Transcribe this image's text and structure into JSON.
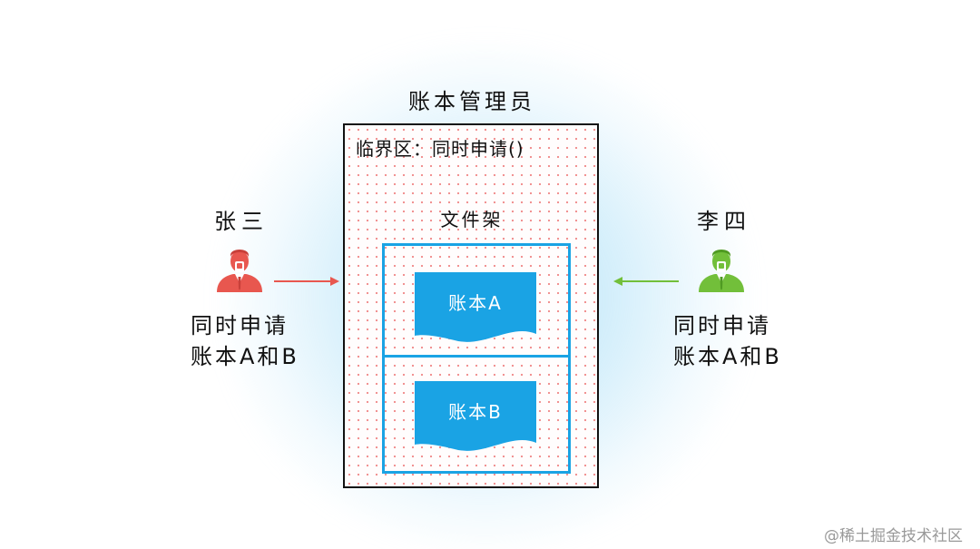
{
  "title": "账本管理员",
  "critical_section": "临界区：同时申请()",
  "shelf": {
    "label": "文件架",
    "ledger_a": "账本A",
    "ledger_b": "账本B"
  },
  "person_left": {
    "name": "张三",
    "line1": "同时申请",
    "line2": "账本A和B",
    "color": "#e8574f"
  },
  "person_right": {
    "name": "李四",
    "line1": "同时申请",
    "line2": "账本A和B",
    "color": "#72bf3a"
  },
  "ledger_color": "#1aa3e4",
  "watermark": "@稀土掘金技术社区"
}
